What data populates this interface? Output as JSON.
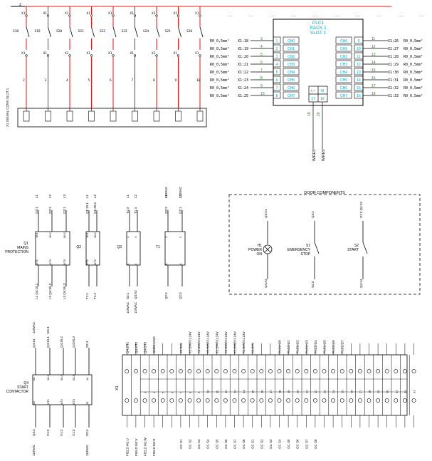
{
  "plc": {
    "title": "PLC1",
    "rack": "RACK 1",
    "slot": "SLOT 1",
    "inputs": [
      {
        "wire": "R0_0,5mm²",
        "term": "X1:18",
        "num": "3",
        "pin": "1",
        "ch": "CH0"
      },
      {
        "wire": "R0_0,5mm²",
        "term": "X1:19",
        "num": "4",
        "pin": "2",
        "ch": "CH1"
      },
      {
        "wire": "R0_0,5mm²",
        "term": "X1:20",
        "num": "5",
        "pin": "3",
        "ch": "CH2"
      },
      {
        "wire": "R0_0,5mm²",
        "term": "X1:21",
        "num": "6",
        "pin": "4",
        "ch": "CH3"
      },
      {
        "wire": "R0_0,5mm²",
        "term": "X1:22",
        "num": "7",
        "pin": "5",
        "ch": "CH4"
      },
      {
        "wire": "R0_0,5mm²",
        "term": "X1:23",
        "num": "8",
        "pin": "6",
        "ch": "CH5"
      },
      {
        "wire": "R0_0,5mm²",
        "term": "X1:24",
        "num": "9",
        "pin": "7",
        "ch": "CH6"
      },
      {
        "wire": "R0_0,5mm²",
        "term": "X1:25",
        "num": "10",
        "pin": "8",
        "ch": "CH7"
      }
    ],
    "outputs": [
      {
        "ch": "CH0",
        "pin": "9",
        "num": "11",
        "term": "X1:26",
        "wire": "R0_0,5mm²"
      },
      {
        "ch": "CH1",
        "pin": "10",
        "num": "12",
        "term": "X1:27",
        "wire": "R0_0,5mm²"
      },
      {
        "ch": "CH2",
        "pin": "11",
        "num": "13",
        "term": "X1:28",
        "wire": "R0_0,5mm²"
      },
      {
        "ch": "CH3",
        "pin": "12",
        "num": "14",
        "term": "X1:29",
        "wire": "R0_0,5mm²"
      },
      {
        "ch": "CH4",
        "pin": "13",
        "num": "15",
        "term": "X1:30",
        "wire": "R0_0,5mm²"
      },
      {
        "ch": "CH5",
        "pin": "14",
        "num": "16",
        "term": "X1:31",
        "wire": "R0_0,5mm²"
      },
      {
        "ch": "CH6",
        "pin": "15",
        "num": "17",
        "term": "X1:32",
        "wire": "R0_0,5mm²"
      },
      {
        "ch": "CH7",
        "pin": "16",
        "num": "18",
        "term": "X1:33",
        "wire": "R0_0,5mm²"
      }
    ],
    "power": {
      "l": "L+",
      "m": "M",
      "pl": "17",
      "pm": "18",
      "wl": "19",
      "wm": "20"
    },
    "wires_bottom": [
      "WIRES",
      "WIRES"
    ]
  },
  "switches": {
    "top_label": "2",
    "names": [
      "S18",
      "S19",
      "S20",
      "S21",
      "S22",
      "S23",
      "S24",
      "S25",
      "S26"
    ],
    "wire_nums": [
      "2",
      "3",
      "4",
      "5",
      "6",
      "7",
      "8",
      "9",
      "10"
    ],
    "top_term": "X1",
    "terminal_block_label": "X1 SIGNAL CONN SLOT 1",
    "dash_marks": [
      "---",
      "---",
      "---",
      "---",
      "---",
      "---",
      "---",
      "---",
      "---",
      "---"
    ]
  },
  "power_section": {
    "q1": {
      "name": "Q1",
      "desc1": "MAINS",
      "desc2": "PROTECTION",
      "top": [
        "L1",
        "L2",
        "L3"
      ],
      "top2": [
        "Q3:1",
        "Q3:1",
        "Q3:1"
      ],
      "pins_top": [
        "1/L1",
        "3/L2",
        "5/L3"
      ],
      "pins_bot": [
        "2/T1",
        "4/T2",
        "6/T3"
      ],
      "bot": [
        "L1 Q4:1/L1",
        "L2 Q4:3/L2",
        "L3 Q4:5/L3"
      ]
    },
    "q2": {
      "name": "Q2",
      "top": [
        "L1",
        "L2"
      ],
      "top2": [
        "Q1:1/L1",
        "Q1:3/L2"
      ],
      "pins_top": [
        "1/L1",
        "3/L2"
      ],
      "pins_bot": [
        "2/T1",
        "4/T2"
      ],
      "bot": [
        "T1:1",
        "T1:2"
      ]
    },
    "q3": {
      "name": "Q3",
      "top": [
        "L1",
        "L2"
      ],
      "top2": [
        "T1:3",
        "T1:4"
      ],
      "pins_top": [
        "1",
        "3"
      ],
      "pins_bot": [
        "2",
        "4"
      ],
      "bot": [
        "S3:1",
        "Q4:A2"
      ],
      "bot2": [
        "110VAC",
        "110VAC"
      ]
    },
    "t1": {
      "name": "T1",
      "top": [
        "L1",
        "L2"
      ],
      "top2": [
        "Q2:2",
        "Q2:1"
      ],
      "pins_top": [
        "1",
        "2"
      ],
      "pins_bot": [
        "3",
        "4"
      ],
      "bot": [
        "Q2:4",
        "Q2:4"
      ],
      "top3": [
        "110VAC",
        "110VAC"
      ]
    },
    "door": {
      "title": "DOOR COMPONENTS",
      "h1": {
        "name": "H1",
        "desc1": "POWER",
        "desc2": "ON",
        "top": "Q4:A1",
        "bot": "Q4:A2"
      },
      "s1": {
        "name": "S1",
        "desc1": "EMERGENCY",
        "desc2": "STOP",
        "top": "Q3:2",
        "bot": "S2:3",
        "top2": "110VAC"
      },
      "s2": {
        "name": "S2",
        "desc1": "START",
        "top": "S1:2 Q4:13",
        "bot": "Q4:14"
      }
    },
    "q4": {
      "name": "Q4",
      "desc1": "START",
      "desc2": "CONTACTOR",
      "top": [
        "Q4:14",
        "Q4:1/L1",
        "Q4:3/L2",
        "Q4:5/L3",
        "S2:4"
      ],
      "top2": [
        "110VAC",
        "M1:1",
        "",
        ""
      ],
      "pins_top": [
        "A1",
        "1/L1",
        "3/L2",
        "5/L3",
        "14"
      ],
      "pins_bot": [
        "A2",
        "2/T1",
        "4/T2",
        "6/T3",
        "13"
      ],
      "bot": [
        "Q3:4",
        "X1:2",
        "X1:2",
        "X1:3",
        "S2:4"
      ],
      "bot2": [
        "110VAC",
        "",
        "",
        "",
        "110VAC"
      ]
    }
  },
  "terminal_strip": {
    "name": "X1",
    "top_labels": [
      "Q4:2/T1",
      "Q4:4/T2",
      "Q4:6/T3",
      "GND1:GND"
    ],
    "top_labels_right": [
      "X1:24V",
      "X1:24V/X1:24V",
      "X1:24V/X1:24V",
      "X1:24V/X1:24V",
      "X1:24V/X1:24V",
      "X1:24V/X1:24V",
      "X1:24V/X1:24V",
      "X1:24V/X1:24V",
      "X1:24V"
    ],
    "plc_labels": [
      "PLC1:1/0",
      "PLC1:1/1",
      "PLC1:1/2",
      "PLC1:1/3",
      "PLC1:1/4",
      "PLC1:1/5",
      "PLC1:1/6",
      "PLC1:1/7"
    ],
    "bottom_left": [
      "FIELD M1:U",
      "FIELD M1:V",
      "FIELD M1:W",
      "FIELD M1:E"
    ],
    "bottom_right": [
      "OC S1",
      "OC S2",
      "OC S3",
      "OC S4",
      "OC S5",
      "OC S6",
      "OC S7",
      "OC S8",
      "OC S1",
      "OC S2",
      "OC S3",
      "OC S4",
      "OC S5",
      "OC S6",
      "OC S7",
      "OC S8"
    ],
    "cells": [
      "1",
      "2",
      "3",
      "4",
      "5",
      "6",
      "7",
      "8",
      "9",
      "10",
      "11",
      "12",
      "13",
      "14",
      "15",
      "16",
      "17",
      "18",
      "19",
      "20",
      "21",
      "22",
      "23",
      "24",
      "25",
      "26",
      "27",
      "28",
      "29",
      "30",
      "31",
      "32",
      "33"
    ]
  }
}
